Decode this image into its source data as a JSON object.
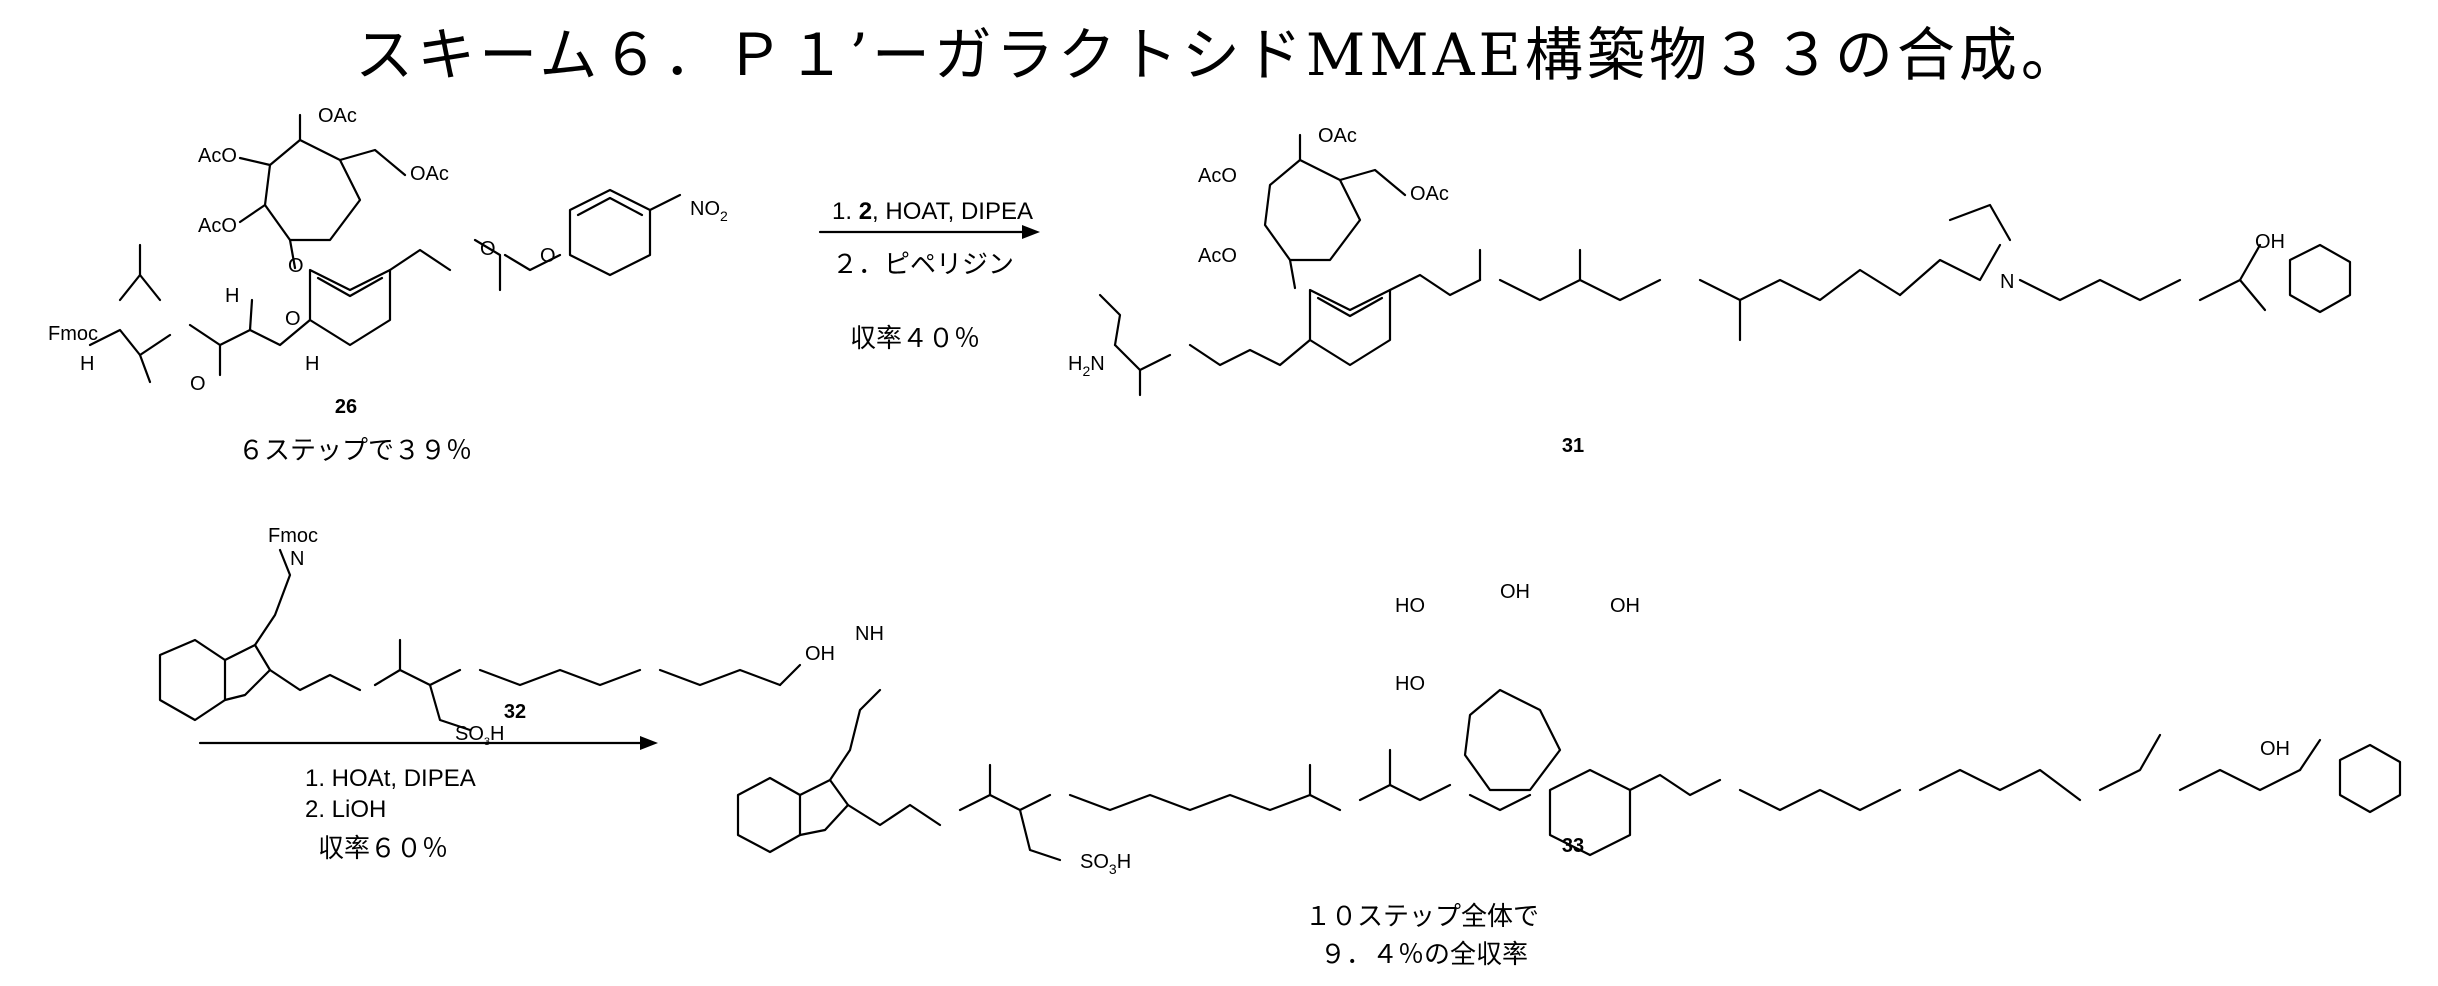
{
  "title": "スキーム６．Ｐ１’ーガラクトシドMMAE構築物３３の合成。",
  "compounds": {
    "c26": {
      "number": "26",
      "note": "６ステップで３９％"
    },
    "c31": {
      "number": "31"
    },
    "c32": {
      "number": "32"
    },
    "c33": {
      "number": "33",
      "note_line1": "１０ステップ全体で",
      "note_line2": "９．４％の全収率"
    }
  },
  "step1": {
    "cond1_prefix": "1. ",
    "cond1_bold": "2",
    "cond1_rest": ", HOAT, DIPEA",
    "cond2": "２．ピペリジン",
    "yield": "収率４０％"
  },
  "step2": {
    "cond1": "1. HOAt, DIPEA",
    "cond2": "2. LiOH",
    "yield": "収率６０％"
  },
  "atoms": {
    "oac": "OAc",
    "aco": "AcO",
    "no2": "NO",
    "no2_sub": "2",
    "fmoc": "Fmoc",
    "h": "H",
    "n": "N",
    "o": "O",
    "oh": "OH",
    "ho": "HO",
    "h2n": "H",
    "h2n_sub": "2",
    "h2n_n": "N",
    "nh": "NH",
    "so3h": "SO",
    "so3h_sub": "3",
    "so3h_h": "H"
  }
}
